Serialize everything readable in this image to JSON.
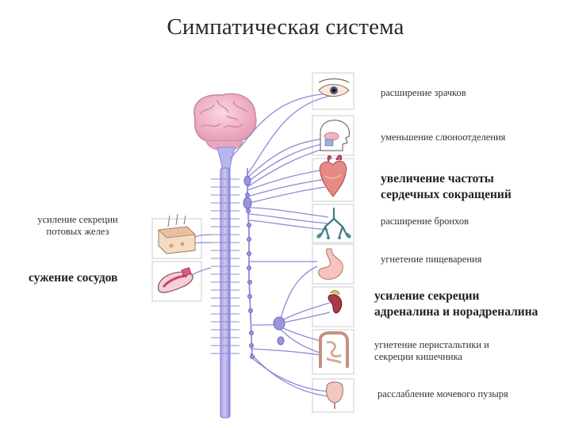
{
  "title": "Симпатическая система",
  "left_labels": {
    "sweat_line1": "усиление секреции",
    "sweat_line2": "потовых желез",
    "vessels": "сужение сосудов"
  },
  "right_labels": {
    "pupils": "расширение зрачков",
    "saliva": "уменьшение слюноотделения",
    "heart_line1": "увеличение частоты",
    "heart_line2": "сердечных сокращений",
    "bronchi": "расширение бронхов",
    "digestion": "угнетение пищеварения",
    "adrenal_line1": "усиление секреции",
    "adrenal_line2": "адреналина и норадреналина",
    "intestine_line1": "угнетение перистальтики и",
    "intestine_line2": "секреции кишечника",
    "bladder": "расслабление мочевого пузыря"
  },
  "icons": {
    "brain": "brain-icon",
    "spinal_cord": "spinal-cord-icon",
    "eye": "eye-icon",
    "head": "head-profile-icon",
    "heart": "heart-icon",
    "lungs": "bronchi-icon",
    "stomach": "stomach-icon",
    "adrenal": "adrenal-gland-icon",
    "intestine": "intestine-icon",
    "bladder": "bladder-icon",
    "skin": "skin-icon",
    "vessel": "blood-vessel-icon"
  },
  "colors": {
    "nerve": "#8f8ad8",
    "nerve_dark": "#6c66c0",
    "brain": "#f2b3c6",
    "brain_dark": "#c9869c",
    "frame": "#cccccc"
  }
}
